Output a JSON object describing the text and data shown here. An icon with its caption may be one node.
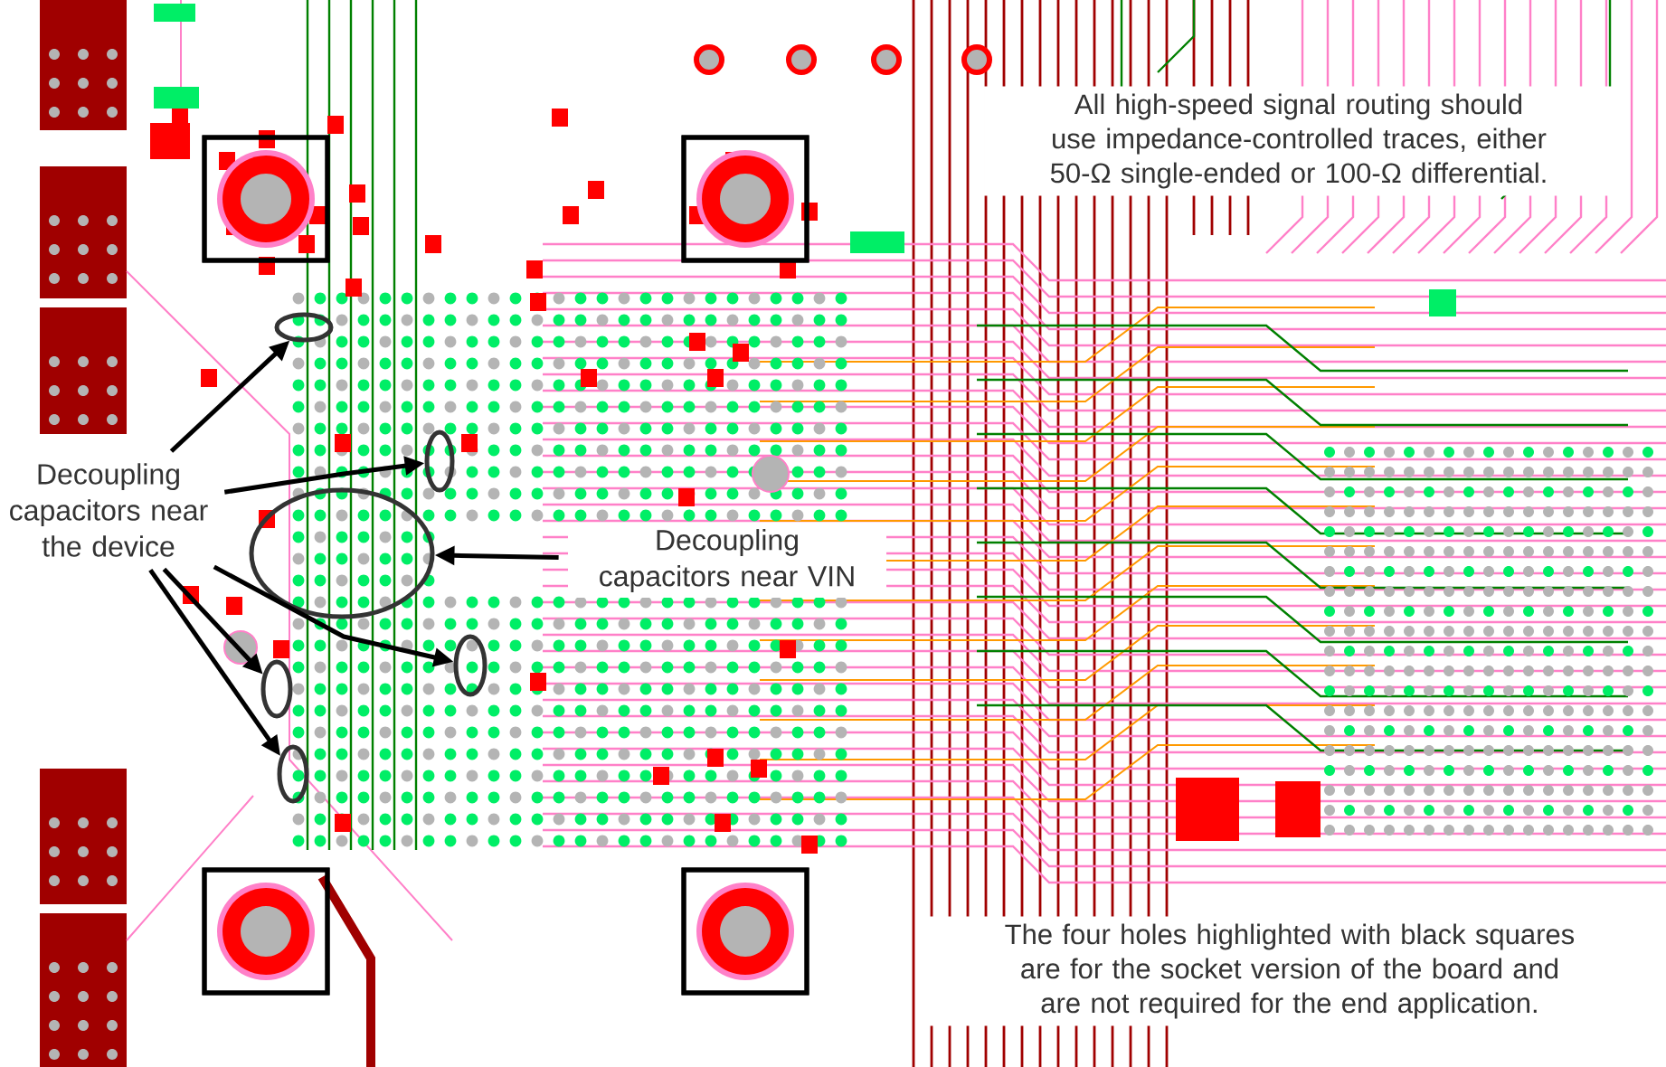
{
  "diagram": {
    "nodes": [
      {
        "text": [
          "Decoupling capacitors near the device"
        ]
      },
      {
        "text": [
          "Decoupling capacitors near VIN"
        ]
      },
      {
        "text": [],
        "shape": "ellipse"
      },
      {
        "text": [],
        "shape": "ellipse"
      },
      {
        "text": [],
        "shape": "ellipse"
      },
      {
        "text": [],
        "shape": "ellipse"
      },
      {
        "text": [],
        "shape": "ellipse"
      },
      {
        "text": [],
        "shape": "ellipse"
      }
    ],
    "edges": [
      {
        "from": 0,
        "to": 2,
        "arrow": "to"
      },
      {
        "from": 0,
        "to": 3,
        "arrow": "to"
      },
      {
        "from": 1,
        "to": 4,
        "arrow": "to"
      },
      {
        "from": 0,
        "to": 5,
        "arrow": "to"
      },
      {
        "from": 0,
        "to": 6,
        "arrow": "to"
      },
      {
        "from": 0,
        "to": 7,
        "arrow": "to"
      }
    ],
    "labels": [
      "All high-speed signal routing should use impedance-controlled traces, either 50-Ω single-ended or 100-Ω differential.",
      "The four holes highlighted with black squares are for the socket version of the board and are not required for the end application."
    ]
  }
}
